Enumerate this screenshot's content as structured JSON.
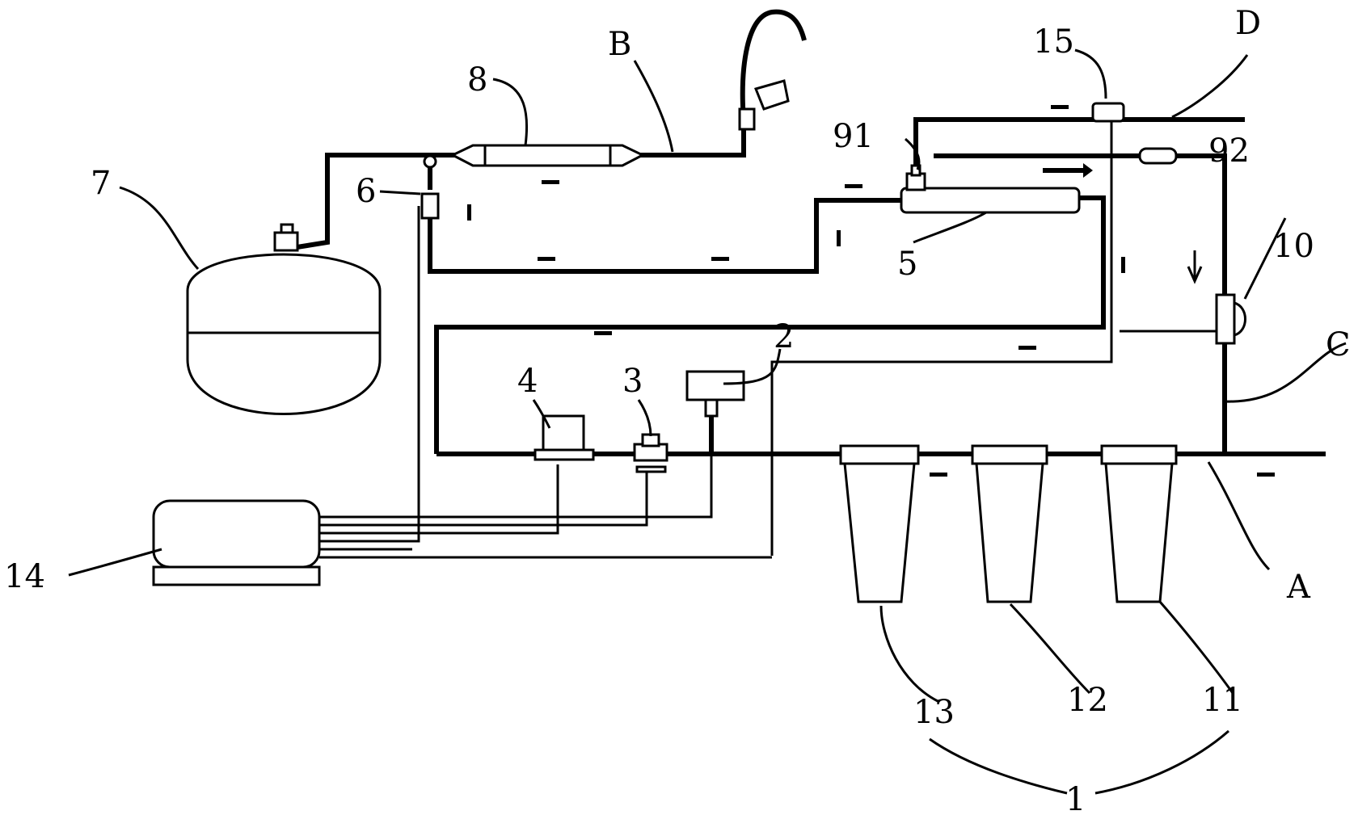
{
  "labels": {
    "n1": "1",
    "n2": "2",
    "n3": "3",
    "n4": "4",
    "n5": "5",
    "n6": "6",
    "n7": "7",
    "n8": "8",
    "n10": "10",
    "n11": "11",
    "n12": "12",
    "n13": "13",
    "n14": "14",
    "n15": "15",
    "n91": "91",
    "n92": "92",
    "A": "A",
    "B": "B",
    "C": "C",
    "D": "D"
  },
  "icons": [
    "tank",
    "faucet",
    "filter-cartridge",
    "pump",
    "controller",
    "membrane",
    "valve",
    "sensor"
  ],
  "colors": {
    "line": "#000000",
    "background": "#ffffff"
  }
}
